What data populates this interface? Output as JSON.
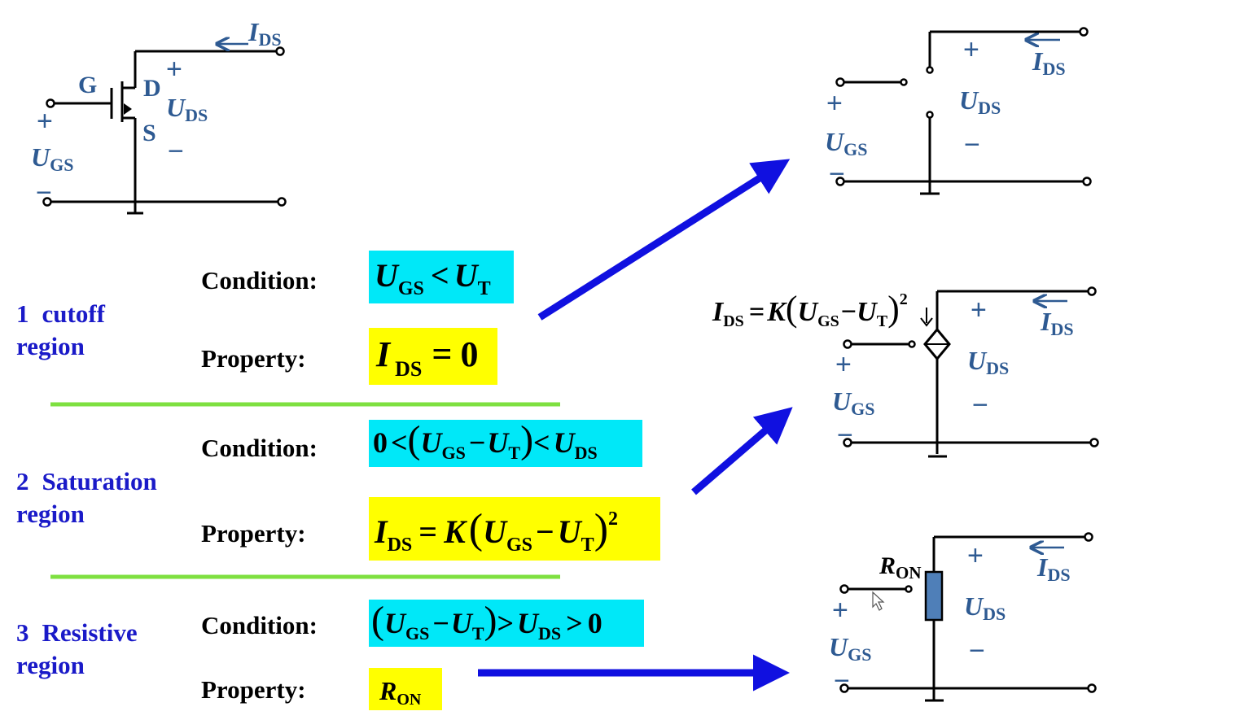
{
  "colors": {
    "circuit_label": "#2e5a92",
    "region_text": "#1a1ac8",
    "condition_bg": "#00e8f8",
    "property_bg": "#ffff00",
    "divider": "#7ee040",
    "arrow": "#1010e0",
    "resistor_fill": "#4f7fb8"
  },
  "symbols": {
    "U": "U",
    "I": "I",
    "K": "K",
    "R": "R",
    "GS": "GS",
    "DS": "DS",
    "T": "T",
    "ON": "ON",
    "plus": "+",
    "minus": "−",
    "lt": "<",
    "gt": ">",
    "eq": "=",
    "zero": "0",
    "sq": "2",
    "lp": "(",
    "rp": ")",
    "G": "G",
    "D": "D",
    "S": "S"
  },
  "labels": {
    "condition": "Condition:",
    "property": "Property:"
  },
  "regions": [
    {
      "number": "1",
      "name": "cutoff",
      "suffix": "region"
    },
    {
      "number": "2",
      "name": "Saturation",
      "suffix": "region"
    },
    {
      "number": "3",
      "name": "Resistive",
      "suffix": "region"
    }
  ],
  "icons": [
    "mosfet-symbol",
    "switch-open",
    "dependent-current-source",
    "resistor",
    "ground-symbol",
    "arrow"
  ]
}
